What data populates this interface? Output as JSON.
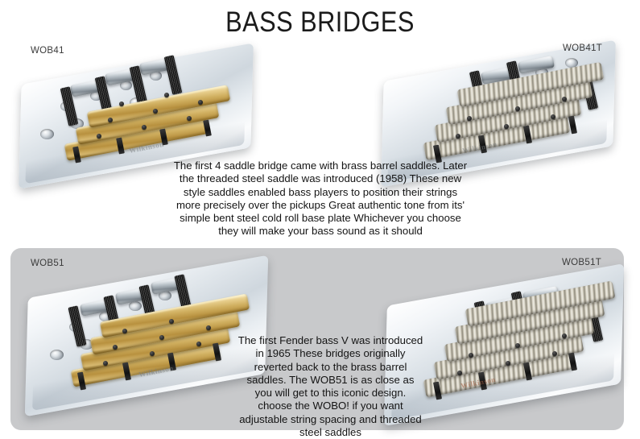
{
  "page": {
    "title": "BASS BRIDGES",
    "background_color": "#ffffff",
    "panel_color": "#c8c9cb"
  },
  "products": [
    {
      "code": "WOB41",
      "position": "top-left",
      "saddle_type": "brass barrel",
      "saddle_count": 4,
      "plate_finish": "chrome"
    },
    {
      "code": "WOB41T",
      "position": "top-right",
      "saddle_type": "threaded steel",
      "saddle_count": 4,
      "plate_finish": "chrome"
    },
    {
      "code": "WOB51",
      "position": "bottom-left",
      "saddle_type": "brass barrel",
      "saddle_count": 5,
      "plate_finish": "chrome"
    },
    {
      "code": "WOB51T",
      "position": "bottom-right",
      "saddle_type": "threaded steel",
      "saddle_count": 5,
      "plate_finish": "chrome"
    }
  ],
  "descriptions": {
    "top": "The first 4 saddle bridge came with brass barrel saddles. Later\nthe threaded steel saddle was introduced (1958) These new\nstyle saddles enabled bass players to position their strings\nmore precisely over the pickups Great authentic tone from its'\nsimple bent steel cold roll base plate Whichever you choose\nthey will make your bass sound as it should",
    "bottom": "The first Fender bass V was introduced\nin 1965 These bridges originally\nreverted back  to the brass barrel\nsaddles. The WOB51 is as close as\nyou will get to this iconic design.\nchoose the WOBO! if you want\nadjustable string spacing and threaded\nsteel saddles"
  },
  "brandmark": {
    "text": "Wilkinson"
  }
}
